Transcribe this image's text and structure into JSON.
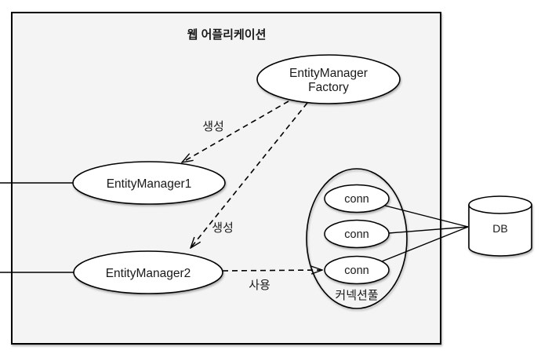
{
  "diagram": {
    "title": "웹 어플리케이션",
    "nodes": {
      "factory": {
        "line1": "EntityManager",
        "line2": "Factory"
      },
      "em1": "EntityManager1",
      "em2": "EntityManager2",
      "conns": [
        "conn",
        "conn",
        "conn"
      ],
      "pool": "커넥션풀",
      "db": "DB"
    },
    "edges": {
      "create_em1": "생성",
      "create_em2": "생성",
      "use": "사용"
    },
    "colors": {
      "container_fill": "#f4f4f4",
      "node_fill": "#ffffff",
      "stroke": "#000000",
      "background": "#ffffff"
    }
  }
}
